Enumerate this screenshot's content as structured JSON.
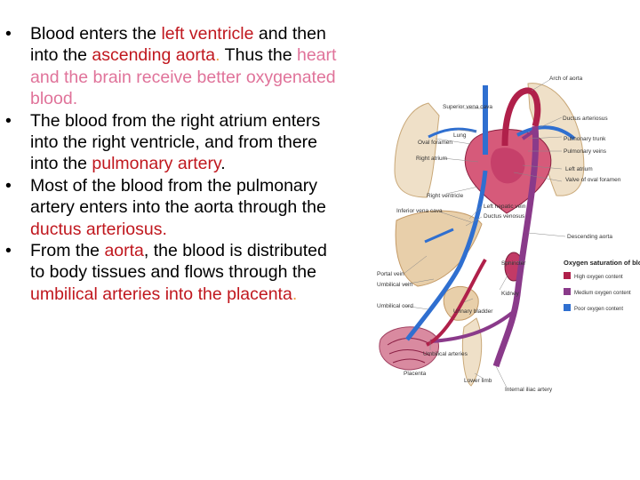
{
  "slide": {
    "bullets": [
      {
        "marker": "•",
        "segments": [
          {
            "text": "Blood enters the ",
            "style": "plain"
          },
          {
            "text": "left ventricle",
            "style": "red"
          },
          {
            "text": " and then into the ",
            "style": "plain"
          },
          {
            "text": "ascending aorta",
            "style": "red"
          },
          {
            "text": ".",
            "style": "orange"
          },
          {
            "text": " Thus the ",
            "style": "plain"
          },
          {
            "text": "heart and the brain receive better oxygenated blood.",
            "style": "pink"
          }
        ]
      },
      {
        "marker": "•",
        "segments": [
          {
            "text": "The blood from the right atrium enters into the right ventricle, and from there into the ",
            "style": "plain"
          },
          {
            "text": "pulmonary artery",
            "style": "red"
          },
          {
            "text": ".",
            "style": "plain"
          }
        ]
      },
      {
        "marker": "•",
        "segments": [
          {
            "text": "Most of the blood from the pulmonary artery enters into the aorta through the ",
            "style": "plain"
          },
          {
            "text": "ductus arteriosus",
            "style": "red"
          },
          {
            "text": ".",
            "style": "plain"
          }
        ]
      },
      {
        "marker": "•",
        "segments": [
          {
            "text": "From the ",
            "style": "plain"
          },
          {
            "text": "aorta",
            "style": "red"
          },
          {
            "text": ", the blood is distributed to body tissues and flows through the ",
            "style": "plain"
          },
          {
            "text": "umbilical arteries into the placenta",
            "style": "red"
          },
          {
            "text": ".",
            "style": "orange"
          }
        ]
      }
    ]
  },
  "diagram": {
    "labels": {
      "arch_of_aorta": "Arch of aorta",
      "superior_vena_cava": "Superior vena cava",
      "ductus_arteriosus": "Ductus arteriosus",
      "lung": "Lung",
      "pulmonary_trunk": "Pulmonary trunk",
      "oval_foramen": "Oval foramen",
      "pulmonary_veins": "Pulmonary veins",
      "right_atrium": "Right atrium",
      "left_atrium": "Left atrium",
      "valve_of_oval_foramen": "Valve of oval foramen",
      "right_ventricle": "Right ventricle",
      "inferior_vena_cava": "Inferior vena cava",
      "left_hepatic_vein": "Left hepatic vein",
      "ductus_venosus": "Ductus venosus",
      "descending_aorta": "Descending aorta",
      "sphincter": "Sphincter",
      "portal_vein": "Portal vein",
      "umbilical_vein": "Umbilical vein",
      "kidney": "Kidney",
      "umbilical_cord": "Umbilical cord",
      "urinary_bladder": "Urinary bladder",
      "umbilical_arteries": "Umbilical arteries",
      "placenta": "Placenta",
      "lower_limb": "Lower limb",
      "internal_iliac_artery": "Internal iliac artery"
    },
    "legend": {
      "title": "Oxygen saturation of blood",
      "items": [
        {
          "label": "High oxygen content",
          "color": "#b0204a"
        },
        {
          "label": "Medium oxygen content",
          "color": "#8a3a8a"
        },
        {
          "label": "Poor oxygen content",
          "color": "#2f6fd0"
        }
      ]
    }
  }
}
